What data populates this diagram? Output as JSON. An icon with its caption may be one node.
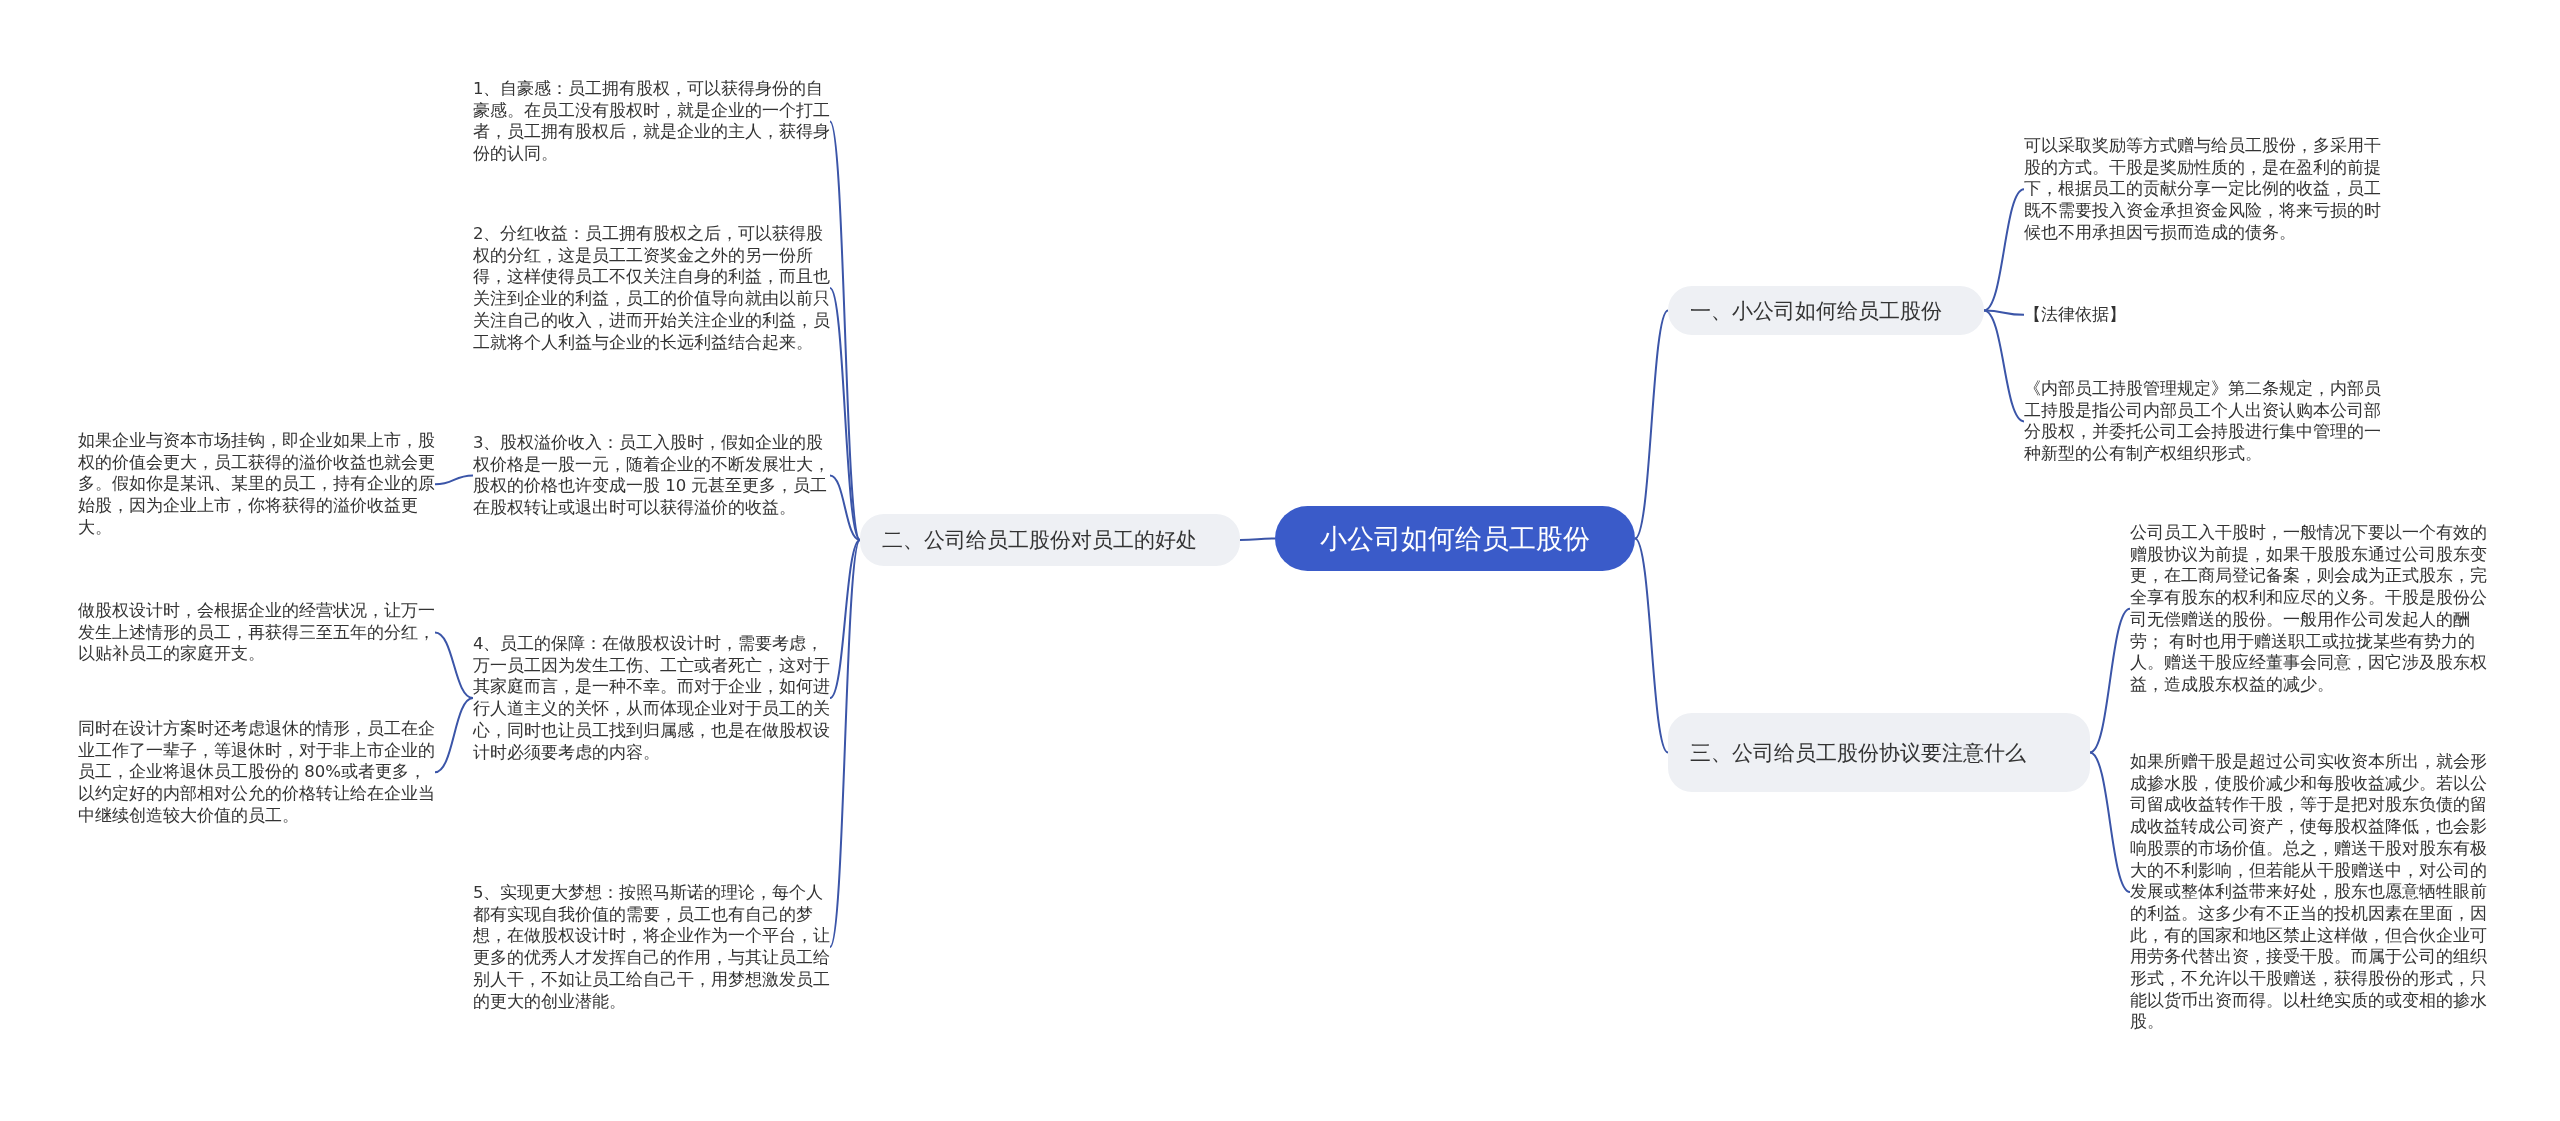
{
  "diagram": {
    "nodes": [
      {
        "text": [
          "小公司如何给员工股份"
        ]
      },
      {
        "text": [
          "一、小公司如何给员工股份"
        ]
      },
      {
        "text": [
          "可以采取奖励等方式赠与给员工股份，多采用干股的方式。干股是奖励性质的，是在盈利的前提下，根据员工的贡献分享一定比例的收益，员工既不需要投入资金承担资金风险，将来亏损的时候也不用承担因亏损而造成的债务。"
        ]
      },
      {
        "text": [
          "【法律依据】"
        ]
      },
      {
        "text": [
          "《内部员工持股管理规定》第二条规定，内部员工持股是指公司内部员工个人出资认购本公司部分股权，并委托公司工会持股进行集中管理的一种新型的公有制产权组织形式。"
        ]
      },
      {
        "text": [
          "二、公司给员工股份对员工的好处"
        ]
      },
      {
        "text": [
          "1、自豪感：员工拥有股权，可以获得身份的自豪感。在员工没有股权时，就是企业的一个打工者，员工拥有股权后，就是企业的主人，获得身份的认同。"
        ]
      },
      {
        "text": [
          "2、分红收益：员工拥有股权之后，可以获得股权的分红，这是员工工资奖金之外的另一份所得，这样使得员工不仅关注自身的利益，而且也关注到企业的利益，员工的价值导向就由以前只关注自己的收入，进而开始关注企业的利益，员工就将个人利益与企业的长远利益结合起来。"
        ]
      },
      {
        "text": [
          "3、股权溢价收入：员工入股时，假如企业的股权价格是一股一元，随着企业的不断发展壮大，股权的价格也许变成一股 10 元甚至更多，员工在股权转让或退出时可以获得溢价的收益。"
        ]
      },
      {
        "text": [
          "4、员工的保障：在做股权设计时，需要考虑，万一员工因为发生工伤、工亡或者死亡，这对于其家庭而言，是一种不幸。而对于企业，如何进行人道主义的关怀，从而体现企业对于员工的关心，同时也让员工找到归属感，也是在做股权设计时必须要考虑的内容。"
        ]
      },
      {
        "text": [
          "5、实现更大梦想：按照马斯诺的理论，每个人都有实现自我价值的需要，员工也有自己的梦想，在做股权设计时，将企业作为一个平台，让更多的优秀人才发挥自己的作用，与其让员工给别人干，不如让员工给自己干，用梦想激发员工的更大的创业潜能。"
        ]
      },
      {
        "text": [
          "如果企业与资本市场挂钩，即企业如果上市，股权的价值会更大，员工获得的溢价收益也就会更多。假如你是某讯、某里的员工，持有企业的原始股，因为企业上市，你将获得的溢价收益更大。"
        ]
      },
      {
        "text": [
          "做股权设计时，会根据企业的经营状况，让万一发生上述情形的员工，再获得三至五年的分红，以贴补员工的家庭开支。"
        ]
      },
      {
        "text": [
          "同时在设计方案时还考虑退休的情形，员工在企业工作了一辈子，等退休时，对于非上市企业的员工，企业将退休员工股份的 80%或者更多，以约定好的内部相对公允的价格转让给在企业当中继续创造较大价值的员工。"
        ]
      },
      {
        "text": [
          "三、公司给员工股份协议要注意什么"
        ]
      },
      {
        "text": [
          "公司员工入干股时，一般情况下要以一个有效的赠股协议为前提，如果干股股东通过公司股东变更，在工商局登记备案，则会成为正式股东，完全享有股东的权利和应尽的义务。干股是股份公司无偿赠送的股份。一般用作公司发起人的酬劳； 有时也用于赠送职工或拉拢某些有势力的人。赠送干股应经董事会同意，因它涉及股东权益，造成股东权益的减少。"
        ]
      },
      {
        "text": [
          "如果所赠干股是超过公司实收资本所出，就会形成掺水股，使股价减少和每股收益减少。若以公司留成收益转作干股，等于是把对股东负债的留成收益转成公司资产，使每股权益降低，也会影响股票的市场价值。总之，赠送干股对股东有极大的不利影响，但若能从干股赠送中，对公司的发展或整体利益带来好处，股东也愿意牺牲眼前的利益。这多少有不正当的投机因素在里面，因此，有的国家和地区禁止这样做，但合伙企业可用劳务代替出资，接受干股。而属于公司的组织形式，不允许以干股赠送，获得股份的形式，只能以货币出资而得。以杜绝实质的或变相的掺水股。"
        ]
      }
    ],
    "edges": [
      {
        "from": 0,
        "to": 1,
        "arrow": "none"
      },
      {
        "from": 1,
        "to": 2,
        "arrow": "none"
      },
      {
        "from": 1,
        "to": 3,
        "arrow": "none"
      },
      {
        "from": 1,
        "to": 4,
        "arrow": "none"
      },
      {
        "from": 0,
        "to": 5,
        "arrow": "none"
      },
      {
        "from": 5,
        "to": 6,
        "arrow": "none"
      },
      {
        "from": 5,
        "to": 7,
        "arrow": "none"
      },
      {
        "from": 5,
        "to": 8,
        "arrow": "none"
      },
      {
        "from": 5,
        "to": 9,
        "arrow": "none"
      },
      {
        "from": 5,
        "to": 10,
        "arrow": "none"
      },
      {
        "from": 8,
        "to": 11,
        "arrow": "none"
      },
      {
        "from": 9,
        "to": 12,
        "arrow": "none"
      },
      {
        "from": 9,
        "to": 13,
        "arrow": "none"
      },
      {
        "from": 0,
        "to": 14,
        "arrow": "none"
      },
      {
        "from": 14,
        "to": 15,
        "arrow": "none"
      },
      {
        "from": 14,
        "to": 16,
        "arrow": "none"
      }
    ]
  }
}
